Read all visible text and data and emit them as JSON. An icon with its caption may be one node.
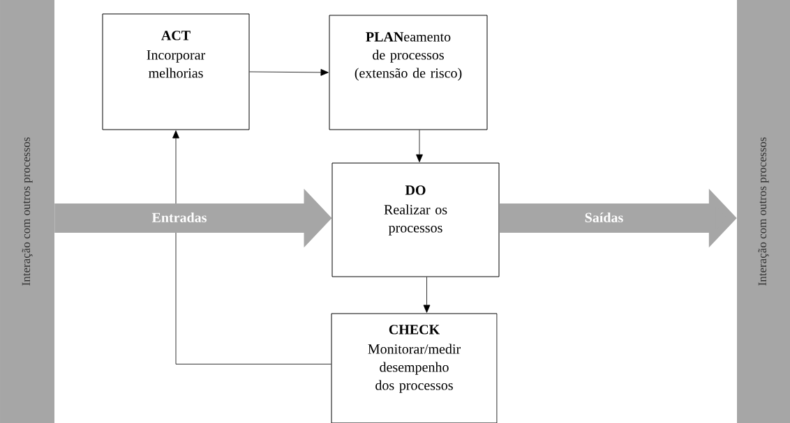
{
  "diagram": {
    "nodes": [
      {
        "text": [
          "Interação com outros processos"
        ]
      },
      {
        "text": [
          "ACT",
          "Incorporar melhorias"
        ]
      },
      {
        "text": [
          "**PLAN**eamento de processos (extensão de risco)"
        ]
      },
      {
        "text": [
          "DO",
          "Realizar os processos"
        ]
      },
      {
        "text": [
          "CHECK",
          "Monitorar/medir desempenho dos processos"
        ]
      },
      {
        "text": [
          "Interação com outros processos"
        ]
      }
    ],
    "edges": [
      {
        "from": 1,
        "to": 2,
        "arrow": "to"
      },
      {
        "from": 2,
        "to": 3,
        "arrow": "to"
      },
      {
        "from": 3,
        "to": 4,
        "arrow": "to"
      },
      {
        "from": 4,
        "to": 1,
        "arrow": "to"
      },
      {
        "from": 0,
        "to": 3,
        "arrow": "to",
        "label": "Entradas",
        "style": "thick",
        "color": "#a6a6a6"
      },
      {
        "from": 3,
        "to": 5,
        "arrow": "to",
        "label": "Saídas",
        "style": "thick",
        "color": "#a6a6a6"
      }
    ]
  }
}
